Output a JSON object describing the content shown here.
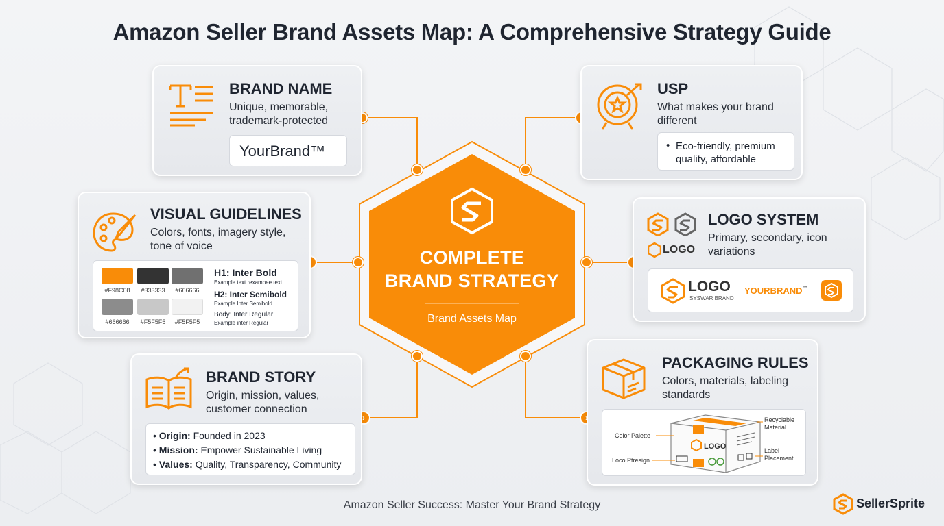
{
  "title": "Amazon Seller Brand Assets Map: A Comprehensive Strategy Guide",
  "colors": {
    "accent": "#F98C08",
    "dark": "#1F2530"
  },
  "hub": {
    "title_line1": "COMPLETE",
    "title_line2": "BRAND STRATEGY",
    "subtitle": "Brand Assets Map",
    "icon": "brand-s-hexagon-icon"
  },
  "brand_name": {
    "heading": "BRAND NAME",
    "desc_line1": "Unique, memorable,",
    "desc_line2": "trademark-protected",
    "example": "YourBrand™",
    "icon": "text-typography-icon"
  },
  "visual_guidelines": {
    "heading": "VISUAL GUIDELINES",
    "desc_line1": "Colors, fonts, imagery style,",
    "desc_line2": "tone of voice",
    "icon": "palette-icon",
    "swatches": [
      {
        "label": "#F98C08",
        "color": "#F98C08"
      },
      {
        "label": "#333333",
        "color": "#333333"
      },
      {
        "label": "#666666",
        "color": "#707070"
      },
      {
        "label": "#666666",
        "color": "#8c8c8c"
      },
      {
        "label": "#F5F5F5",
        "color": "#c8c8c8"
      },
      {
        "label": "#F5F5F5",
        "color": "#f2f2f2"
      }
    ],
    "h1": "H1: Inter Bold",
    "h1_example": "Example text rexampee text",
    "h2": "H2: Inter Semibold",
    "h2_example": "Example Inter Semibold",
    "body": "Body: Inter Regular",
    "body_example": "Example inter Regular"
  },
  "brand_story": {
    "heading": "BRAND STORY",
    "desc_line1": "Origin, mission, values,",
    "desc_line2": "customer connection",
    "icon": "open-book-icon",
    "items": [
      {
        "label": "Origin:",
        "text": " Founded in 2023"
      },
      {
        "label": "Mission:",
        "text": " Empower Sustainable Living"
      },
      {
        "label": "Values:",
        "text": " Quality, Transparency, Community"
      }
    ]
  },
  "usp": {
    "heading": "USP",
    "desc_line1": "What makes your brand",
    "desc_line2": "different",
    "bullet_line1": "Eco-friendly, premium",
    "bullet_line2": "quality, affordable",
    "icon": "target-star-icon"
  },
  "logo_system": {
    "heading": "LOGO SYSTEM",
    "desc_line1": "Primary, secondary, icon",
    "desc_line2": "variations",
    "icon_logo_text": "LOGO",
    "primary_logo": "LOGO",
    "primary_tagline": "SYSWAR BRAND",
    "wordmark": "YOURBRAND",
    "wordmark_tm": "™"
  },
  "packaging": {
    "heading": "PACKAGING RULES",
    "desc_line1": "Colors, materials, labeling",
    "desc_line2": "standards",
    "icon": "box-icon",
    "labels": {
      "color_palette": "Color Palette",
      "logo_presign": "Loco Ptresign",
      "recyclable1": "Recyciable",
      "recyclable2": "Material",
      "label1": "Label",
      "label2": "Placement",
      "box_logo": "LOGO"
    }
  },
  "footer": "Amazon Seller Success: Master Your Brand Strategy",
  "brand": {
    "name": "SellerSprite"
  }
}
